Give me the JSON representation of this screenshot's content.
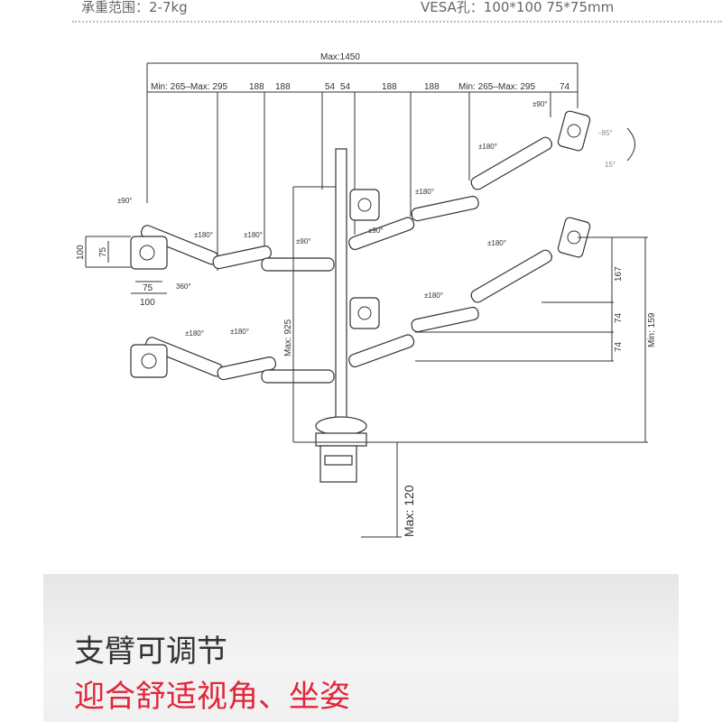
{
  "header": {
    "load_range": "承重范围：2-7kg",
    "vesa": "VESA孔：100*100 75*75mm"
  },
  "dimensions": {
    "max_width": "Max:1450",
    "top_row": [
      "Min: 265–Max: 295",
      "188",
      "188",
      "54",
      "54",
      "188",
      "188",
      "Min: 265–Max: 295",
      "74"
    ],
    "vesa_left": [
      "100",
      "75",
      "75",
      "100"
    ],
    "right_heights": [
      "167",
      "74",
      "74"
    ],
    "min_height": "Min: 159",
    "max_height": "Max: 925",
    "clamp_max": "Max: 120"
  },
  "rotations": {
    "pm90": "±90°",
    "pm180": "±180°",
    "r360": "360°",
    "tilt_up": "−85°",
    "tilt_down": "15°"
  },
  "footer": {
    "title": "支臂可调节",
    "subtitle": "迎合舒适视角、坐姿"
  },
  "colors": {
    "accent": "#e0263a",
    "line": "#333333"
  }
}
